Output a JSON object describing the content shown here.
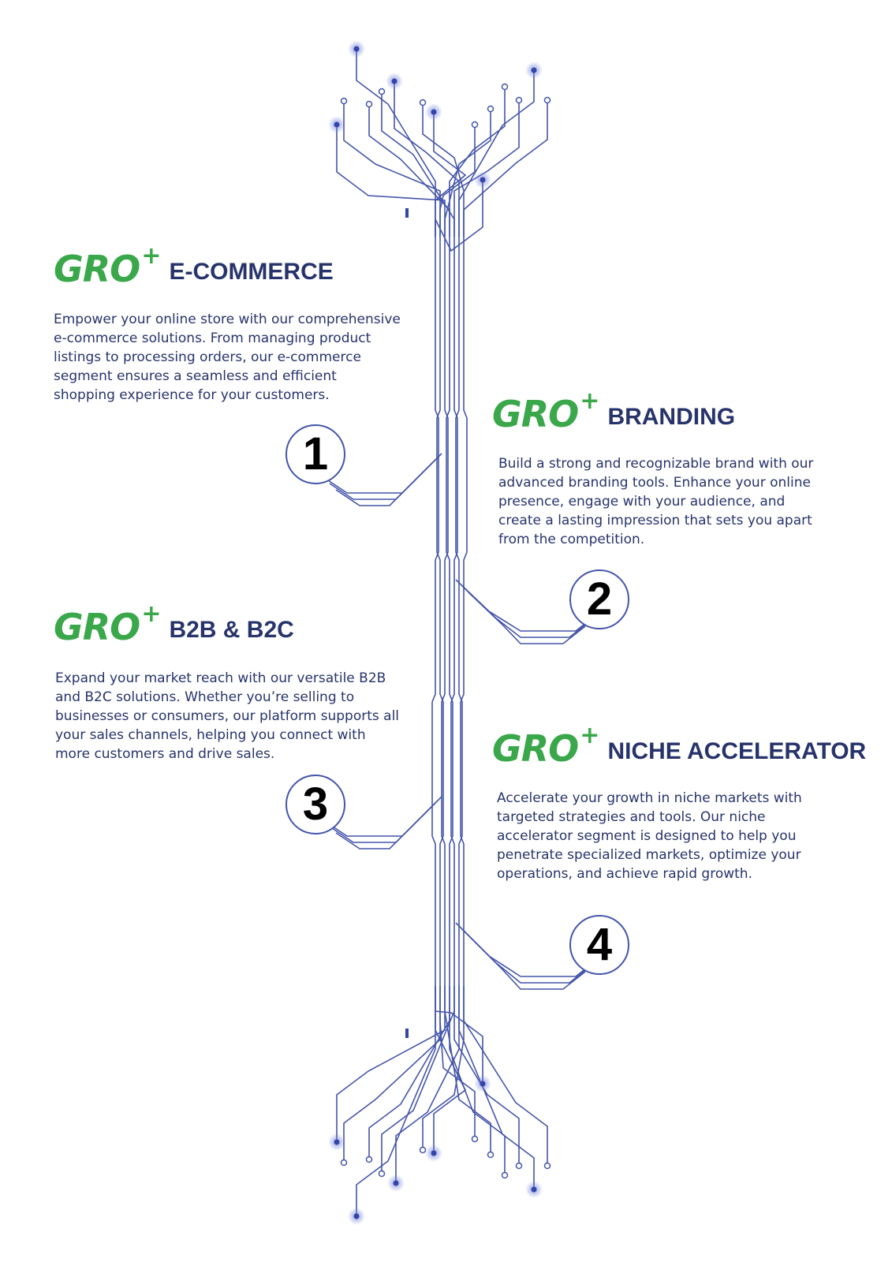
{
  "brand": {
    "word": "GRO",
    "plus": "+"
  },
  "colors": {
    "brand_green": "#3aa84a",
    "title_navy": "#27336b",
    "circuit_blue": "#4455aa"
  },
  "sections": [
    {
      "number": "1",
      "title": "E-COMMERCE",
      "description": "Empower your online store with our comprehensive e-commerce solutions. From managing product listings to processing orders, our e-commerce segment ensures a seamless and efficient shopping experience for your customers."
    },
    {
      "number": "2",
      "title": "BRANDING",
      "description": "Build a strong and recognizable brand with our advanced branding tools. Enhance your online presence, engage with your audience, and create a lasting impression that sets you apart from the competition."
    },
    {
      "number": "3",
      "title": "B2B & B2C",
      "description": "Expand your market reach with our versatile B2B and B2C solutions. Whether you’re selling to businesses or consumers, our platform supports all your sales channels, helping you connect with more customers and drive sales."
    },
    {
      "number": "4",
      "title": "NICHE ACCELERATOR",
      "description": "Accelerate your growth in niche markets with targeted strategies and tools. Our niche accelerator segment is designed to help you penetrate specialized markets, optimize your operations, and achieve rapid growth."
    }
  ]
}
